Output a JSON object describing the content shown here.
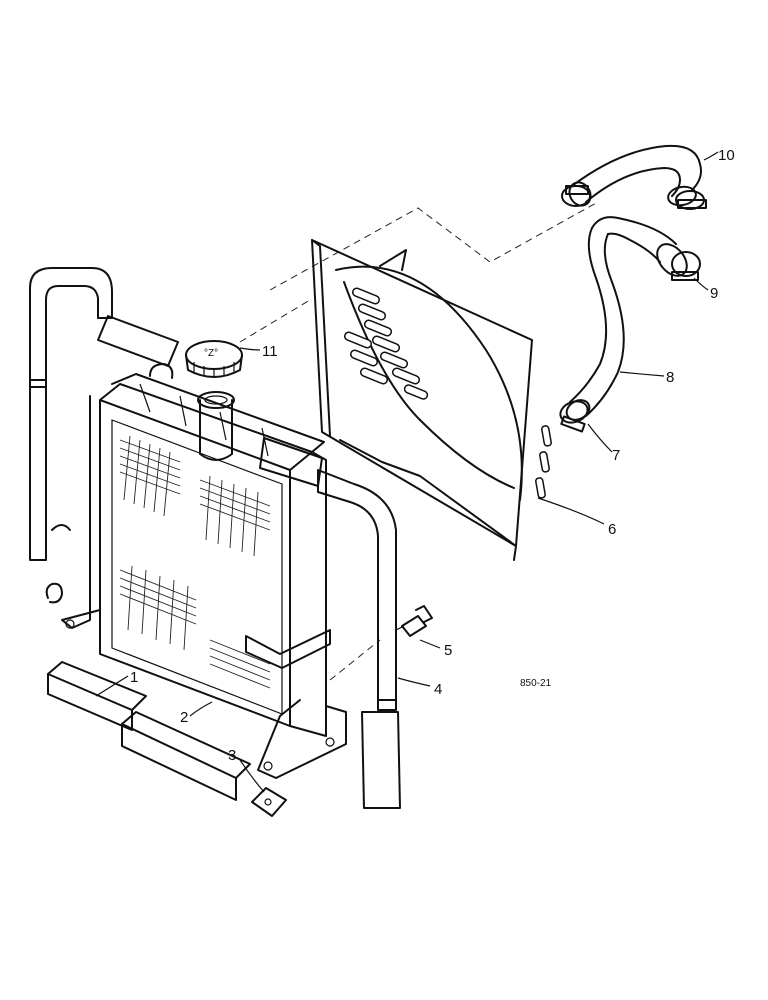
{
  "callouts": [
    "1",
    "2",
    "3",
    "4",
    "5",
    "6",
    "7",
    "8",
    "9",
    "10",
    "11"
  ],
  "figure_code": "850-21"
}
